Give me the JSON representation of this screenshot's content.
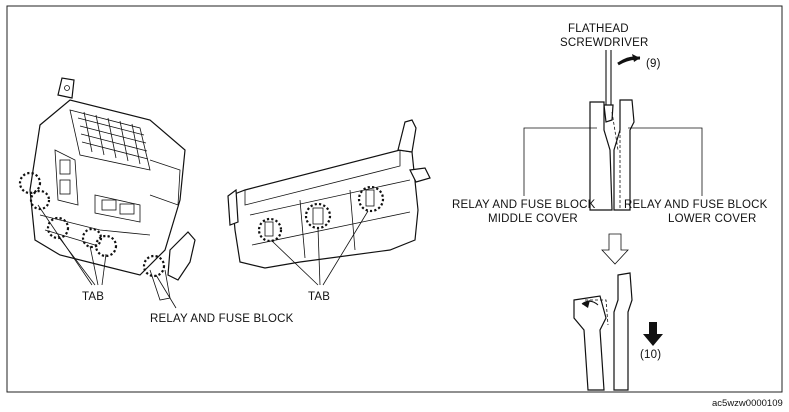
{
  "labels": {
    "tab_left": "TAB",
    "tab_middle": "TAB",
    "relay_fuse_block": "RELAY AND FUSE BLOCK",
    "flathead_line1": "FLATHEAD",
    "flathead_line2": "SCREWDRIVER",
    "step_9": "(9)",
    "middle_cover_line1": "RELAY AND FUSE BLOCK",
    "middle_cover_line2": "MIDDLE COVER",
    "lower_cover_line1": "RELAY AND FUSE BLOCK",
    "lower_cover_line2": "LOWER COVER",
    "step_10": "(10)",
    "figure_code": "ac5wzw0000109"
  }
}
